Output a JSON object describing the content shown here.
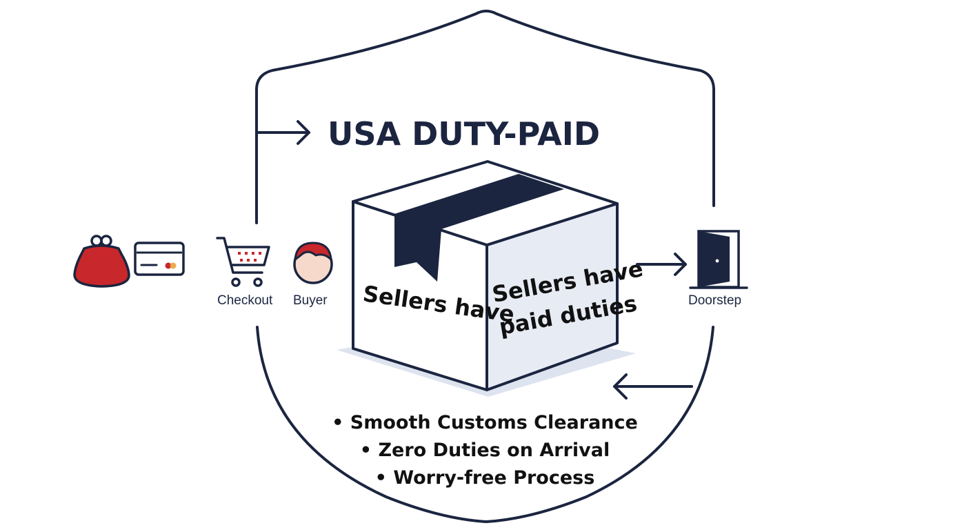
{
  "title": "USA DUTY-PAID",
  "labels": {
    "checkout": "Checkout",
    "buyer": "Buyer",
    "doorstep": "Doorstep"
  },
  "box": {
    "front_text": "Sellers have",
    "side_text_line1": "Sellers have",
    "side_text_line2": "paid duties"
  },
  "benefits": [
    "• Smooth Customs Clearance",
    "• Zero Duties on Arrival",
    "• Worry-free Process"
  ],
  "icons": [
    "coin-purse-icon",
    "credit-card-icon",
    "shopping-cart-icon",
    "buyer-avatar-icon",
    "open-door-icon",
    "arrow-right-icon",
    "arrow-left-icon",
    "shield-outline"
  ],
  "colors": {
    "navy": "#1b2540",
    "red": "#c8272b",
    "box_side": "#e7ebf4",
    "shadow": "#dde4ef",
    "skin": "#f7d9cc"
  }
}
